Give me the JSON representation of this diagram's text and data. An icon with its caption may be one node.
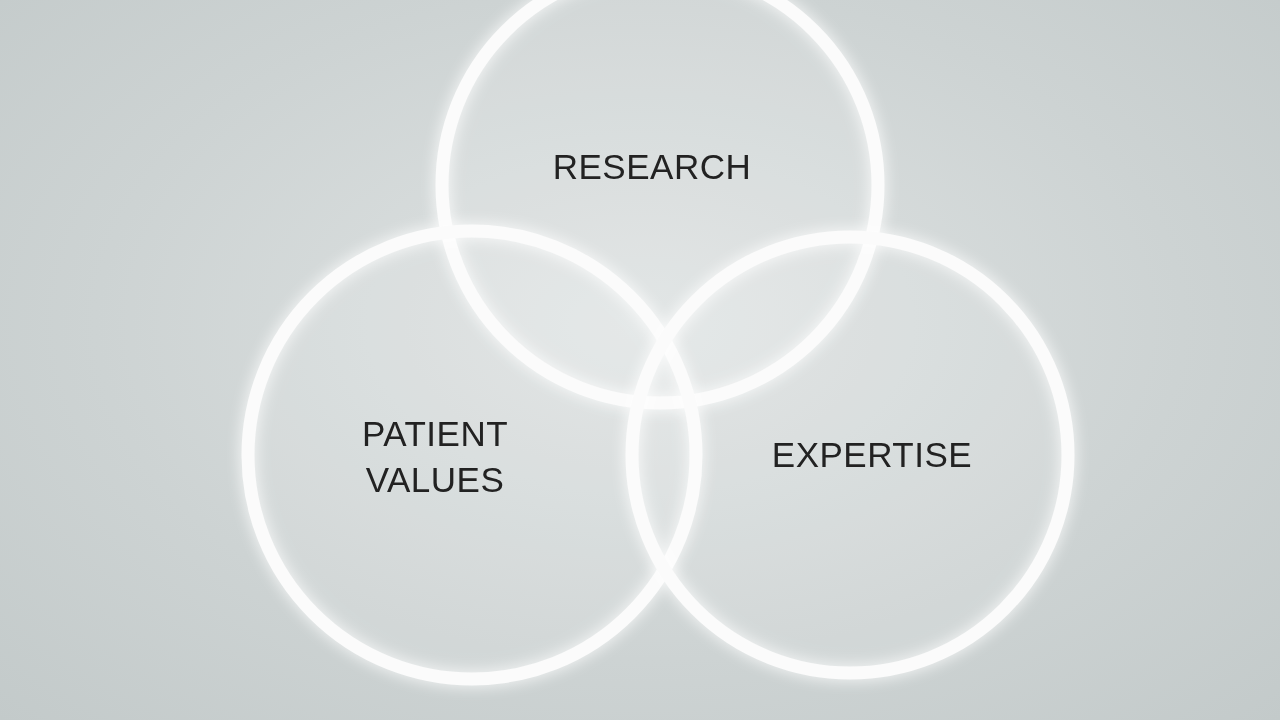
{
  "diagram": {
    "nodes": [
      {
        "text": [
          "RESEARCH"
        ]
      },
      {
        "text": [
          "PATIENT VALUES"
        ]
      },
      {
        "text": [
          "EXPERTISE"
        ]
      }
    ]
  }
}
